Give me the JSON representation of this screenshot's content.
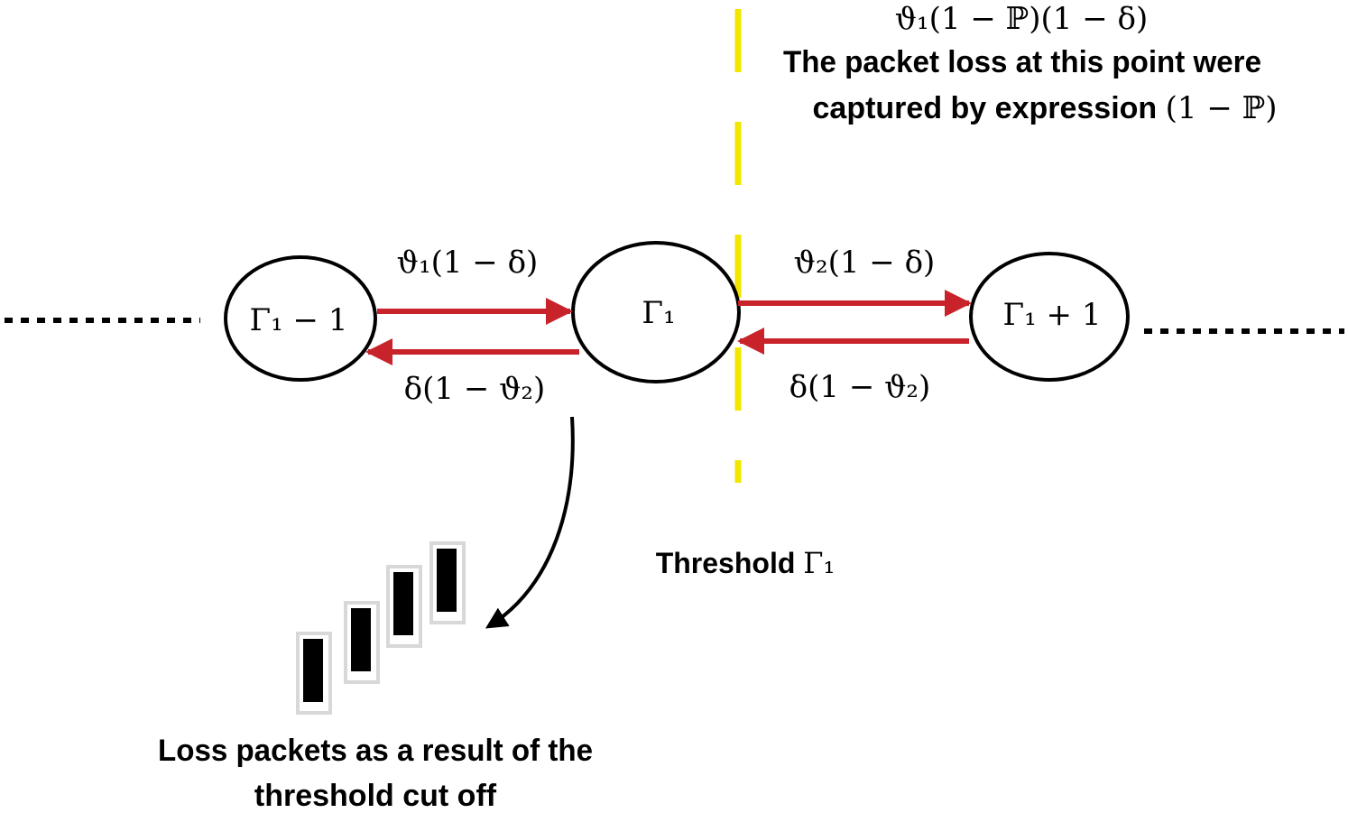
{
  "states": {
    "left": "Γ₁ − 1",
    "center": "Γ₁",
    "right": "Γ₁ + 1"
  },
  "transitions": {
    "left_forward": "ϑ₁(1 − δ)",
    "left_backward": "δ(1 − ϑ₂)",
    "right_forward": "ϑ₂(1 − δ)",
    "right_backward": "δ(1 − ϑ₂)"
  },
  "top_annotation": {
    "formula": "ϑ₁(1 − ℙ)(1 − δ)",
    "line1": "The packet loss at this point were",
    "line2_text": "captured by expression ",
    "line2_math": "(1 − ℙ)"
  },
  "threshold": {
    "text": "Threshold ",
    "symbol": "Γ₁"
  },
  "loss_caption": {
    "line1": "Loss packets as a result of the",
    "line2": "threshold cut off"
  },
  "colors": {
    "arrow": "#c8232a",
    "threshold_line": "#f2e600",
    "ink": "#000000"
  }
}
